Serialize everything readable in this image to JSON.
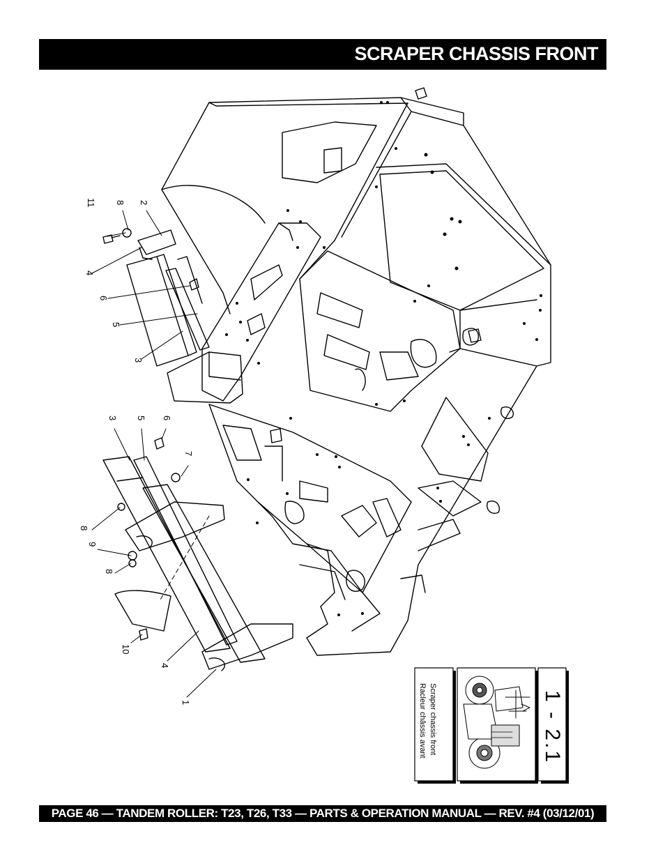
{
  "header": {
    "title": "SCRAPER CHASSIS FRONT"
  },
  "footer": {
    "text": "PAGE 46 — TANDEM ROLLER: T23, T26, T33 — PARTS & OPERATION MANUAL — REV. #4 (03/12/01)"
  },
  "reference_box": {
    "number": "1 - 2.1",
    "caption_en": "Scraper chassis front",
    "caption_fr": "Racleur châssis avant"
  },
  "callouts": {
    "upper_assembly": [
      "11",
      "8",
      "2",
      "4",
      "6",
      "5",
      "3"
    ],
    "lower_assembly": [
      "3",
      "5",
      "6",
      "7",
      "8",
      "9",
      "8",
      "10",
      "4",
      "1"
    ]
  }
}
